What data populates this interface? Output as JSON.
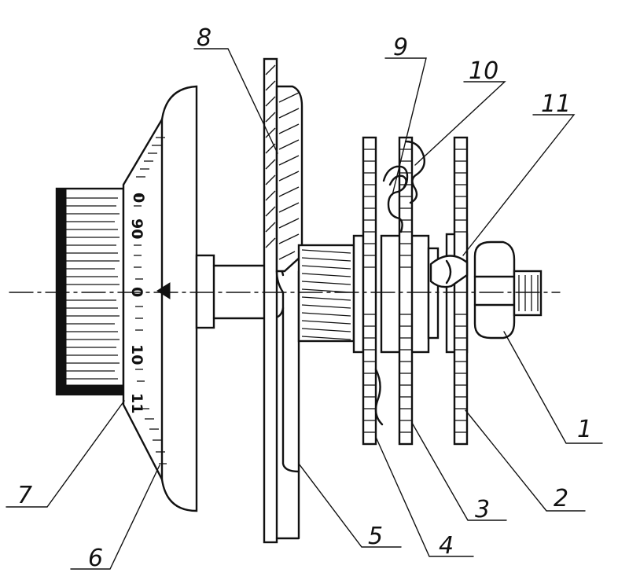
{
  "figure": {
    "part_labels": [
      "1",
      "2",
      "3",
      "4",
      "5",
      "6",
      "7",
      "8",
      "9",
      "10",
      "11"
    ],
    "dial_marks": [
      "0",
      "90",
      "0",
      "10",
      "11"
    ]
  }
}
